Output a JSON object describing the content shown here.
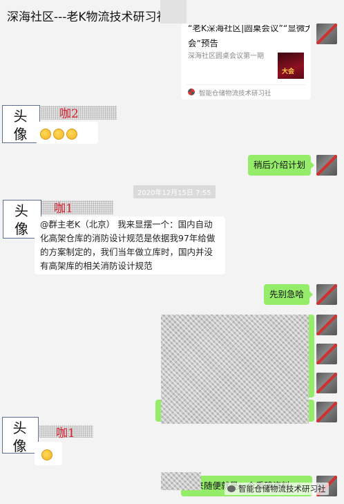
{
  "window": {
    "title": "深海社区---老K物流技术研习社"
  },
  "article_card": {
    "title_line1": "“老K深海社区|圆桌会议”“显微大",
    "title_line2": "会”预告",
    "subtitle": "深海社区圆桌会议第一期",
    "source": "智能仓储物流技术研习社",
    "thumb_caption": "大会"
  },
  "avatar_label": "头像",
  "messages": [
    {
      "nick": "咖2"
    },
    {
      "text": "稍后介绍计划"
    },
    {
      "timestamp": "2020年12月15日 7:55"
    },
    {
      "nick": "咖1",
      "text": "@群主老K（北京） 我来显摆一个：国内自动化高架仓库的消防设计规范是依据我97年给做的方案制定的，我们当年做立库时，国内并没有高架库的相关消防设计规范"
    },
    {
      "text": "先别急哈"
    },
    {
      "nick": "咖1"
    },
    {
      "text": "上来随便就是一个重磅资料"
    }
  ],
  "watermark": {
    "text": "智能仓储物流技术研习社"
  },
  "colors": {
    "accent_green": "#95ec69",
    "nick_red": "#d4202e"
  }
}
